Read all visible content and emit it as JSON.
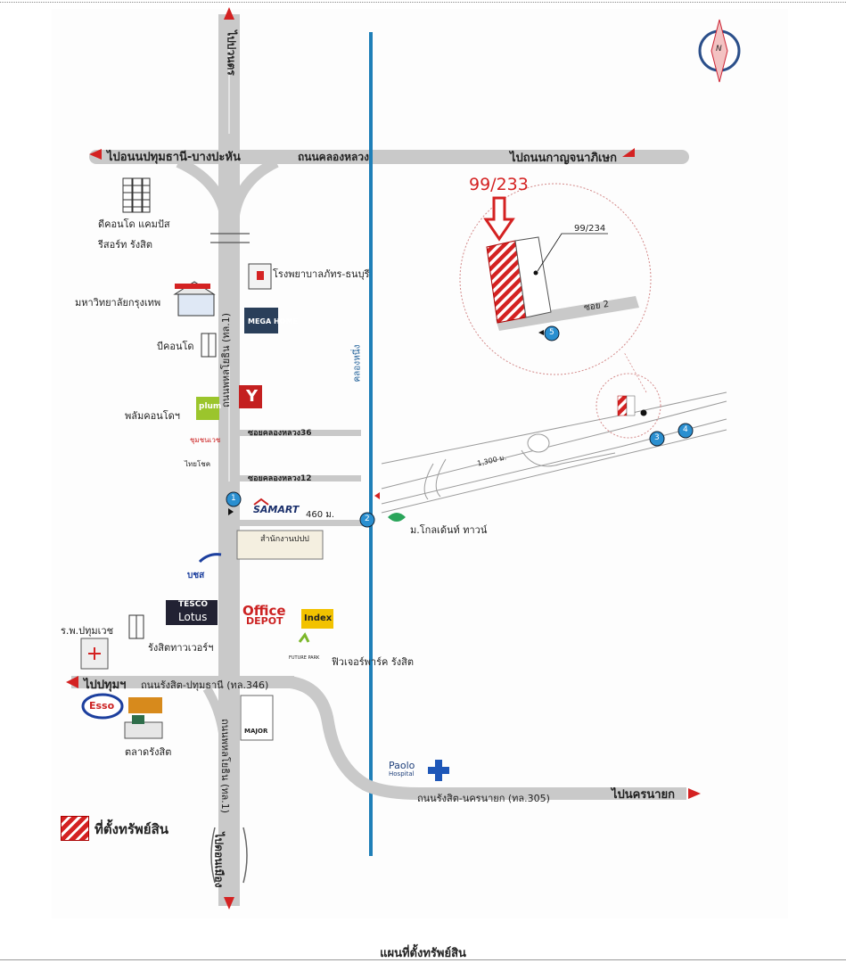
{
  "caption": "แผนที่ตั้งทรัพย์สิน",
  "legend": {
    "label": "ที่ตั้งทรัพย์สิน",
    "color": "#d42222"
  },
  "plot": {
    "main_id": "99/233",
    "neighbor_id": "99/234",
    "soi": "ซอย 2"
  },
  "roads": {
    "to_bangwatorn": "ไปบ่วนตร",
    "to_pathum_bangpahan": "ไปอนนปทุมธานี-บางปะหัน",
    "khlong_luang_rd": "ถนนคลองหลวง",
    "to_kanchanaphisek": "ไปถนนกาญจนาภิเษก",
    "phahonyothin_north": "ถนนพหลโยธิน (ทล.1)",
    "phahonyothin_south": "ถนนพหลโยธิน (ทล.1)",
    "khlong_canal": "คลองหนึ่ง",
    "soi_36": "ซอยคลองหลวง36",
    "soi_12": "ซอยคลองหลวง12",
    "dist_460": "460 ม.",
    "dist_1300": "1,300 ม.",
    "to_pathum": "ไปปทุมฯ",
    "rangsit_pathum_rd": "ถนนรังสิต-ปทุมธานี (ทล.346)",
    "rangsit_nakhon_rd": "ถนนรังสิต-นครนายก (ทล.305)",
    "to_nakhonnayok": "ไปนครนายก",
    "to_donmueang": "ไปดอนเมือง"
  },
  "landmarks": {
    "campus_condo": "ดีคอนโด แคมปัส\nรีสอร์ท รังสิต",
    "bangkok_univ": "มหาวิทยาลัยกรุงเทพ",
    "hospital_thonburi": "โรงพยาบาลภัทร-ธนบุรี",
    "mega_home": "MEGA HOME",
    "b_condo": "บีคอนโด",
    "plum_condo": "พลัมคอนโดฯ",
    "plum_logo": "plum",
    "y_logo": "Y",
    "smart_logo": "SAMART",
    "chum_lab": "ชุมชนเวช",
    "thai_logo": "ไทยโชค",
    "office_center": "สำนักงานปปป",
    "golden_town": "ม.โกลเด้นท์ ทาวน์",
    "bangchak": "บชส",
    "tesco_top": "TESCO",
    "tesco_bottom": "Lotus",
    "office_depot_1": "Office",
    "office_depot_2": "DEPOT",
    "index": "Index",
    "rangsit_tower": "รังสิตทาวเวอร์ฯ",
    "pathumvej": "ร.พ.ปทุมเวช",
    "future_park": "ฟิวเจอร์พาร์ค รังสิต",
    "future_logo": "FUTURE PARK",
    "esso": "Esso",
    "market": "ตลาดรังสิต",
    "major": "MAJOR",
    "paolo_1": "Paolo",
    "paolo_2": "Hospital"
  },
  "markers": [
    "1",
    "2",
    "3",
    "4",
    "5"
  ],
  "north": "N",
  "colors": {
    "road": "#c9c9c9",
    "canal": "#1f7fb8",
    "arrow": "#d42222",
    "marker": "#2a8fd0",
    "circle": "#d48a8a"
  }
}
